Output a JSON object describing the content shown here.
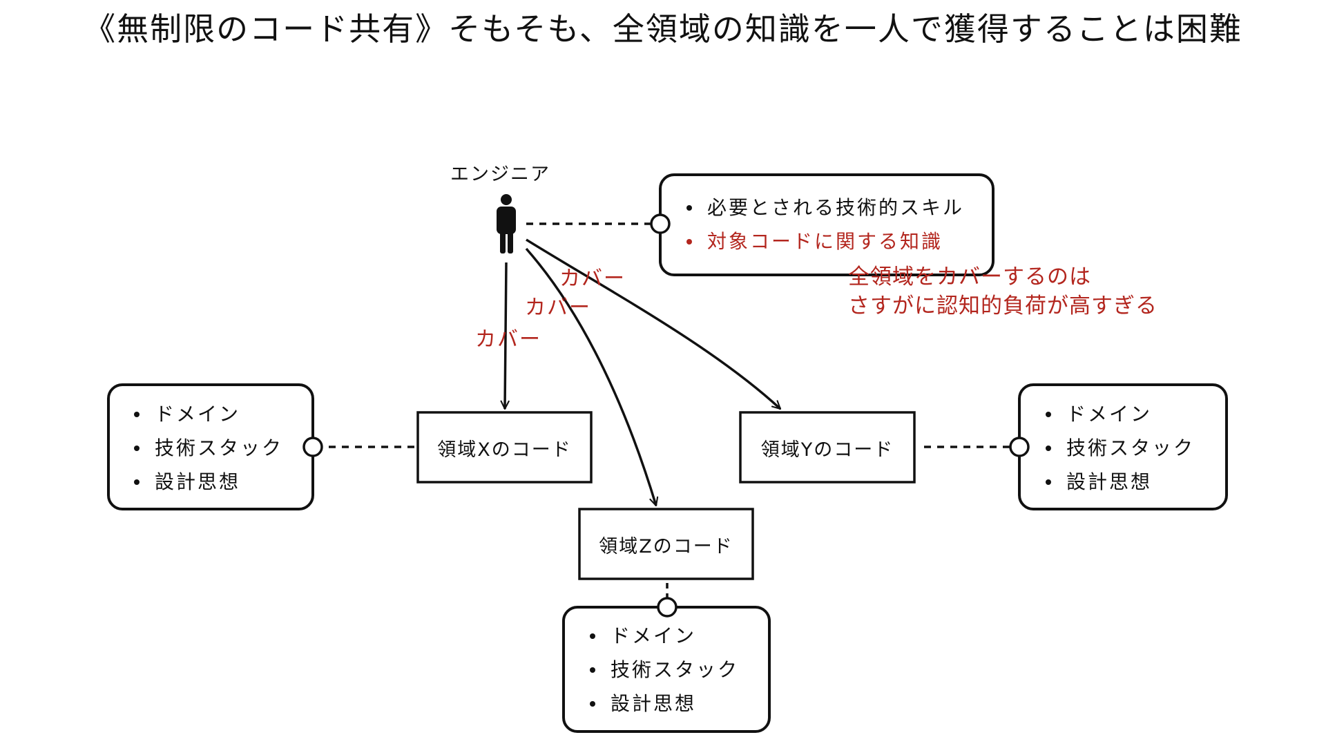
{
  "title": "《無制限のコード共有》そもそも、全領域の知識を一人で獲得することは困難",
  "engineer": {
    "label": "エンジニア",
    "knowledge": [
      {
        "text": "必要とされる技術的スキル",
        "accent": false
      },
      {
        "text": "対象コードに関する知識",
        "accent": true
      }
    ]
  },
  "cover_labels": {
    "to_x": "カバー",
    "to_z": "カバー",
    "to_y": "カバー"
  },
  "note_lines": [
    "全領域をカバーするのは",
    "さすがに認知的負荷が高すぎる"
  ],
  "domains": {
    "x": {
      "label": "領域Xのコード",
      "knowledge": [
        "ドメイン",
        "技術スタック",
        "設計思想"
      ]
    },
    "y": {
      "label": "領域Yのコード",
      "knowledge": [
        "ドメイン",
        "技術スタック",
        "設計思想"
      ]
    },
    "z": {
      "label": "領域Zのコード",
      "knowledge": [
        "ドメイン",
        "技術スタック",
        "設計思想"
      ]
    }
  },
  "colors": {
    "ink": "#111111",
    "accent": "#b3261e",
    "background": "#ffffff"
  },
  "icons": {
    "engineer": "person-icon",
    "connector": "lollipop-ring-icon"
  }
}
